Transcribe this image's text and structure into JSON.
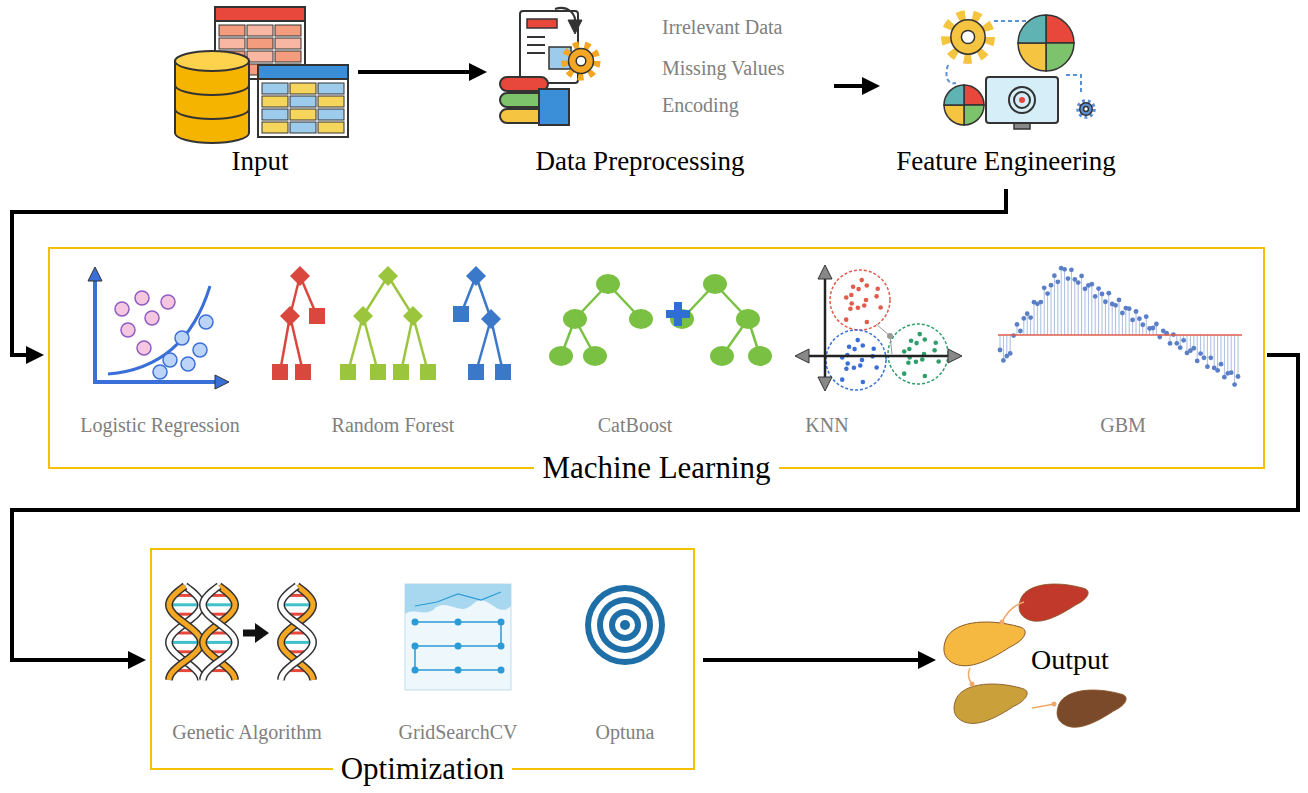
{
  "diagram": {
    "nodes": [
      {
        "text": [
          "Input"
        ]
      },
      {
        "text": [
          "Data Preprocessing"
        ]
      },
      {
        "text": [
          "Feature Engineering"
        ]
      },
      {
        "text": [
          "Machine Learning"
        ]
      },
      {
        "text": [
          "Logistic Regression"
        ],
        "in": 3
      },
      {
        "text": [
          "Random Forest"
        ],
        "in": 3
      },
      {
        "text": [
          "CatBoost"
        ],
        "in": 3
      },
      {
        "text": [
          "KNN"
        ],
        "in": 3
      },
      {
        "text": [
          "GBM"
        ],
        "in": 3
      },
      {
        "text": [
          "Optimization"
        ]
      },
      {
        "text": [
          "Genetic Algorithm"
        ],
        "in": 9
      },
      {
        "text": [
          "GridSearchCV"
        ],
        "in": 9
      },
      {
        "text": [
          "Optuna"
        ],
        "in": 9
      },
      {
        "text": [
          "Output"
        ]
      }
    ],
    "edges": [
      {
        "from": 0,
        "to": 1,
        "arrow": "to"
      },
      {
        "from": 1,
        "to": 2,
        "arrow": "to"
      },
      {
        "from": 2,
        "to": 3,
        "arrow": "to"
      },
      {
        "from": 3,
        "to": 9,
        "arrow": "to"
      },
      {
        "from": 9,
        "to": 13,
        "arrow": "to"
      }
    ],
    "labels": [
      "Irrelevant Data",
      "Missing Values",
      "Encoding"
    ]
  }
}
